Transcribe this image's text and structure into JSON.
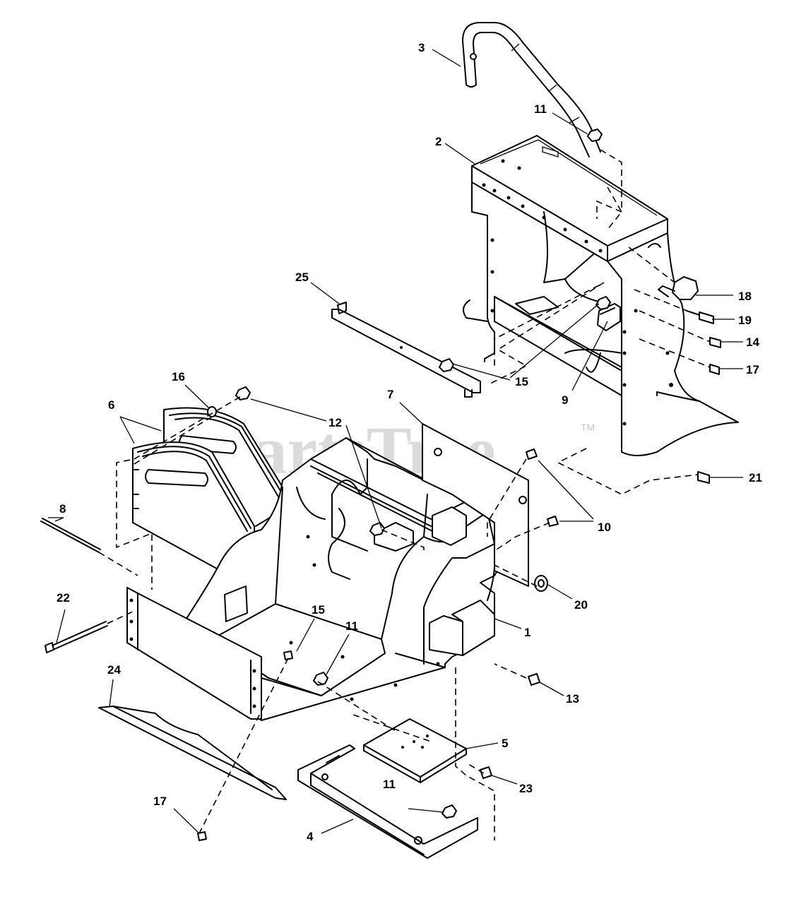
{
  "watermark": {
    "text": "PartsTree",
    "trademark": "TM"
  },
  "callouts": [
    {
      "id": "c3",
      "label": "3"
    },
    {
      "id": "c11a",
      "label": "11"
    },
    {
      "id": "c2",
      "label": "2"
    },
    {
      "id": "c25",
      "label": "25"
    },
    {
      "id": "c18",
      "label": "18"
    },
    {
      "id": "c19",
      "label": "19"
    },
    {
      "id": "c14",
      "label": "14"
    },
    {
      "id": "c17a",
      "label": "17"
    },
    {
      "id": "c15a",
      "label": "15"
    },
    {
      "id": "c9",
      "label": "9"
    },
    {
      "id": "c16",
      "label": "16"
    },
    {
      "id": "c6",
      "label": "6"
    },
    {
      "id": "c12",
      "label": "12"
    },
    {
      "id": "c7",
      "label": "7"
    },
    {
      "id": "c21",
      "label": "21"
    },
    {
      "id": "c10",
      "label": "10"
    },
    {
      "id": "c8",
      "label": "8"
    },
    {
      "id": "c20",
      "label": "20"
    },
    {
      "id": "c22",
      "label": "22"
    },
    {
      "id": "c15b",
      "label": "15"
    },
    {
      "id": "c11b",
      "label": "11"
    },
    {
      "id": "c1",
      "label": "1"
    },
    {
      "id": "c24",
      "label": "24"
    },
    {
      "id": "c13",
      "label": "13"
    },
    {
      "id": "c5",
      "label": "5"
    },
    {
      "id": "c23",
      "label": "23"
    },
    {
      "id": "c11c",
      "label": "11"
    },
    {
      "id": "c17b",
      "label": "17"
    },
    {
      "id": "c4",
      "label": "4"
    }
  ]
}
